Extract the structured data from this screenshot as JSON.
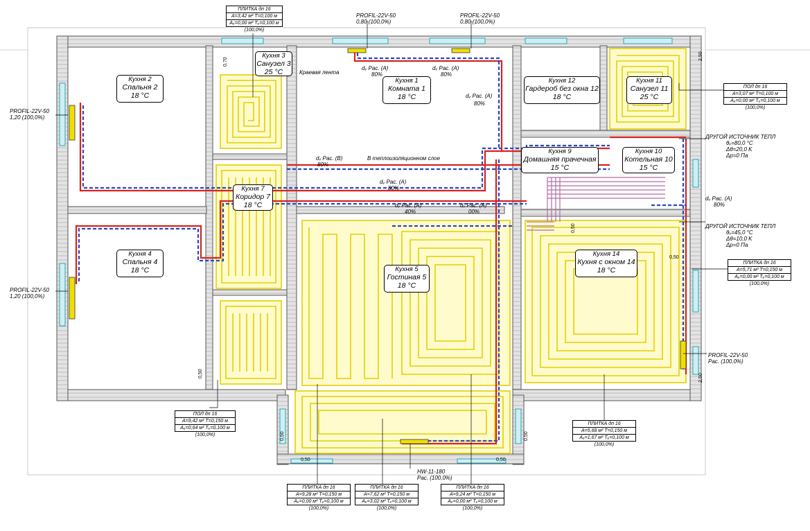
{
  "rooms": [
    {
      "id": "r2",
      "num": "Кухня 2",
      "name": "Спальня  2",
      "temp": "18 °C"
    },
    {
      "id": "r3",
      "num": "Кухня 3",
      "name": "Санузел  3",
      "temp": "25 °C"
    },
    {
      "id": "r1",
      "num": "Кухня 1",
      "name": "Комната  1",
      "temp": "18 °C"
    },
    {
      "id": "r12",
      "num": "Кухня 12",
      "name": "Гардероб без окна  12",
      "temp": "18 °C"
    },
    {
      "id": "r11",
      "num": "Кухня 11",
      "name": "Санузел  11",
      "temp": "25 °C"
    },
    {
      "id": "r9",
      "num": "Кухня 9",
      "name": "Домашняя прачечная",
      "temp": "15 °C"
    },
    {
      "id": "r10",
      "num": "Кухня 10",
      "name": "Котельная  10",
      "temp": "15 °C"
    },
    {
      "id": "r7",
      "num": "Кухня 7",
      "name": "Коридор  7",
      "temp": "18 °C"
    },
    {
      "id": "r4",
      "num": "Кухня 4",
      "name": "Спальня  4",
      "temp": "18 °C"
    },
    {
      "id": "r5",
      "num": "Кухня 5",
      "name": "Гостиная  5",
      "temp": "18 °C"
    },
    {
      "id": "r14",
      "num": "Кухня 14",
      "name": "Кухня с окном  14",
      "temp": "18 °C"
    }
  ],
  "tables": {
    "t_top": [
      "ПЛИТКА дп 16",
      "A=3,42 м²  T=0,100 м",
      "Aₑ=0,00 м²  Tₑ=0,100 м",
      "(100,0%)"
    ],
    "t_r11": [
      "ПОЛ дп 16",
      "A=3,07 м²  T=0,100 м",
      "Aₑ=0,00 м²  Tₑ=0,100 м",
      "(100,0%)"
    ],
    "t_r14": [
      "ПЛИТКА дп 16",
      "A=5,71 м²  T=0,150 м",
      "Aₑ=0,00 м²  Tₑ=0,100 м",
      "(100,0%)"
    ],
    "t_r7": [
      "ПОЛ дп 16",
      "A=9,42 м²  T=0,150 м",
      "Aₑ=0,64 м²  Tₑ=0,100 м",
      "(100,0%)"
    ],
    "t_r14b": [
      "ПЛИТКА дп 16",
      "A=5,68 м²  T=0,150 м",
      "Aₑ=1,67 м²  Tₑ=0,100 м",
      "(100,0%)"
    ],
    "t_b1": [
      "ПЛИТКА дп 16",
      "A=9,28 м²  T=0,150 м",
      "Aₑ=0,00 м²  Tₑ=0,100 м",
      "(100,0%)"
    ],
    "t_b2": [
      "ПЛИТКА дп 16",
      "A=7,62 м²  T=0,150 м",
      "Aₑ=3,02 м²  Tₑ=0,100 м",
      "(100,0%)"
    ],
    "t_b3": [
      "ПЛИТКА дп 16",
      "A=9,24 м²  T=0,150 м",
      "Aₑ=0,00 м²  Tₑ=0,100 м",
      "(100,0%)"
    ]
  },
  "sources": {
    "s1": [
      "ДРУГОЙ ИСТОЧНИК ТЕПЛ",
      "θᵥ=80,0 °C",
      "Δθ=20,0 K",
      "Δp=0 Па"
    ],
    "s2": [
      "ДРУГОЙ ИСТОЧНИК ТЕПЛ",
      "θᵥ=45,0 °C",
      "Δθ=10,0 K",
      "Δp=0 Па"
    ]
  },
  "labels": {
    "profil_top1": "PROFIL-22V-50",
    "profil_top1_v": "0,80 (100,0%)",
    "profil_top2": "PROFIL-22V-50",
    "profil_top2_v": "0,80 (100,0%)",
    "profil_left1": "PROFIL-22V-50",
    "profil_left1_v": "1,20 (100,0%)",
    "profil_left2": "PROFIL-22V-50",
    "profil_left2_v": "1,20 (100,0%)",
    "profil_right": "PROFIL-22V-50",
    "profil_right_v": "Рас. (100,0%)",
    "hw": "HW-11-180",
    "hw_v": "Рас. (100,0%)",
    "kraev": "Краевая лента",
    "vteplo": "В теплоизоляционном слое",
    "ras_b": "dᵥ Рас. (В)",
    "ras_a": "dᵥ Рас. (A)",
    "p80": "80%",
    "p40": "40%",
    "p00": "00%",
    "dim_070": "0,70",
    "dim_250": "2,50",
    "dim_050": "0,50"
  }
}
